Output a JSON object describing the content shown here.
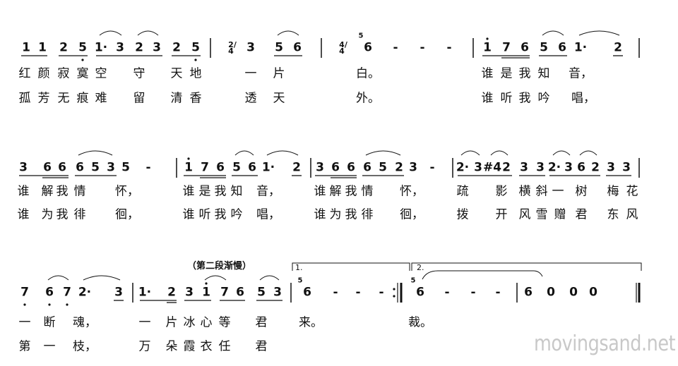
{
  "score": {
    "rows": [
      {
        "notes": [
          {
            "t": "1"
          },
          {
            "t": "1"
          },
          {
            "t": "2"
          },
          {
            "t": "5",
            "oct": -1
          },
          {
            "t": "1·"
          },
          {
            "t": "3"
          },
          {
            "t": "2"
          },
          {
            "t": "3"
          },
          {
            "t": "2"
          },
          {
            "t": "5",
            "oct": -1
          },
          {
            "t": "|"
          },
          {
            "t": "2/4"
          },
          {
            "t": "3"
          },
          {
            "t": "5"
          },
          {
            "t": "6"
          },
          {
            "t": "|"
          },
          {
            "t": "4/4"
          },
          {
            "t": "6",
            "grace": "5"
          },
          {
            "t": "-"
          },
          {
            "t": "-"
          },
          {
            "t": "-"
          },
          {
            "t": "|"
          },
          {
            "t": "1",
            "oct": 1
          },
          {
            "t": "7"
          },
          {
            "t": "6"
          },
          {
            "t": "5"
          },
          {
            "t": "6"
          },
          {
            "t": "1·"
          },
          {
            "t": "2"
          },
          {
            "t": "|"
          }
        ],
        "lyrics": [
          [
            "红",
            "颜",
            "寂",
            "寞",
            "空",
            "守",
            "天",
            "地",
            "一",
            "片",
            "白。",
            "谁",
            "是",
            "我",
            "知",
            "音，"
          ],
          [
            "孤",
            "芳",
            "无",
            "痕",
            "难",
            "留",
            "清",
            "香",
            "透",
            "天",
            "外。",
            "谁",
            "听",
            "我",
            "吟",
            "唱，"
          ]
        ]
      },
      {
        "notes": [
          {
            "t": "3"
          },
          {
            "t": "6"
          },
          {
            "t": "6"
          },
          {
            "t": "6"
          },
          {
            "t": "5"
          },
          {
            "t": "3"
          },
          {
            "t": "5"
          },
          {
            "t": "-"
          },
          {
            "t": "|"
          },
          {
            "t": "1",
            "oct": 1
          },
          {
            "t": "7"
          },
          {
            "t": "6"
          },
          {
            "t": "5"
          },
          {
            "t": "6"
          },
          {
            "t": "1·"
          },
          {
            "t": "2"
          },
          {
            "t": "|"
          },
          {
            "t": "3"
          },
          {
            "t": "6"
          },
          {
            "t": "6"
          },
          {
            "t": "6"
          },
          {
            "t": "5"
          },
          {
            "t": "2"
          },
          {
            "t": "3"
          },
          {
            "t": "-"
          },
          {
            "t": "|"
          },
          {
            "t": "2·"
          },
          {
            "t": "3"
          },
          {
            "t": "#4"
          },
          {
            "t": "2"
          },
          {
            "t": "3"
          },
          {
            "t": "3"
          },
          {
            "t": "2·"
          },
          {
            "t": "3"
          },
          {
            "t": "6"
          },
          {
            "t": "2"
          },
          {
            "t": "3"
          },
          {
            "t": "3"
          },
          {
            "t": "|"
          }
        ],
        "lyrics": [
          [
            "谁",
            "解",
            "我",
            "情",
            "怀，",
            "谁",
            "是",
            "我",
            "知",
            "音，",
            "谁",
            "解",
            "我",
            "情",
            "怀，",
            "疏",
            "影",
            "横",
            "斜",
            "一",
            "树",
            "梅",
            "花"
          ],
          [
            "谁",
            "为",
            "我",
            "徘",
            "徊，",
            "谁",
            "听",
            "我",
            "吟",
            "唱，",
            "谁",
            "为",
            "我",
            "徘",
            "徊，",
            "拨",
            "开",
            "风",
            "雪",
            "赠",
            "君",
            "东",
            "风"
          ]
        ]
      },
      {
        "notes": [
          {
            "t": "7",
            "oct": -1
          },
          {
            "t": "6",
            "oct": -1
          },
          {
            "t": "7",
            "oct": -1
          },
          {
            "t": "2·"
          },
          {
            "t": "3"
          },
          {
            "t": "|"
          },
          {
            "t": "1·"
          },
          {
            "t": "2"
          },
          {
            "t": "3"
          },
          {
            "t": "1",
            "oct": 1
          },
          {
            "t": "7"
          },
          {
            "t": "6"
          },
          {
            "t": "5"
          },
          {
            "t": "3"
          },
          {
            "t": "|"
          },
          {
            "t": "6",
            "grace": "5"
          },
          {
            "t": "-"
          },
          {
            "t": "-"
          },
          {
            "t": "-"
          },
          {
            "t": ":||"
          },
          {
            "t": "6",
            "grace": "5"
          },
          {
            "t": "-"
          },
          {
            "t": "-"
          },
          {
            "t": "-"
          },
          {
            "t": "|"
          },
          {
            "t": "6"
          },
          {
            "t": "0"
          },
          {
            "t": "0"
          },
          {
            "t": "0"
          },
          {
            "t": "||"
          }
        ],
        "lyrics": [
          [
            "一",
            "断",
            "魂，",
            "一",
            "片",
            "冰",
            "心",
            "等",
            "君",
            "来。",
            "裁。"
          ],
          [
            "第",
            "一",
            "枝，",
            "万",
            "朵",
            "霞",
            "衣",
            "任",
            "君"
          ]
        ]
      }
    ],
    "annotation": "（第二段渐慢）",
    "voltas": [
      "1.",
      "2."
    ]
  },
  "watermark": "movingsand.net"
}
